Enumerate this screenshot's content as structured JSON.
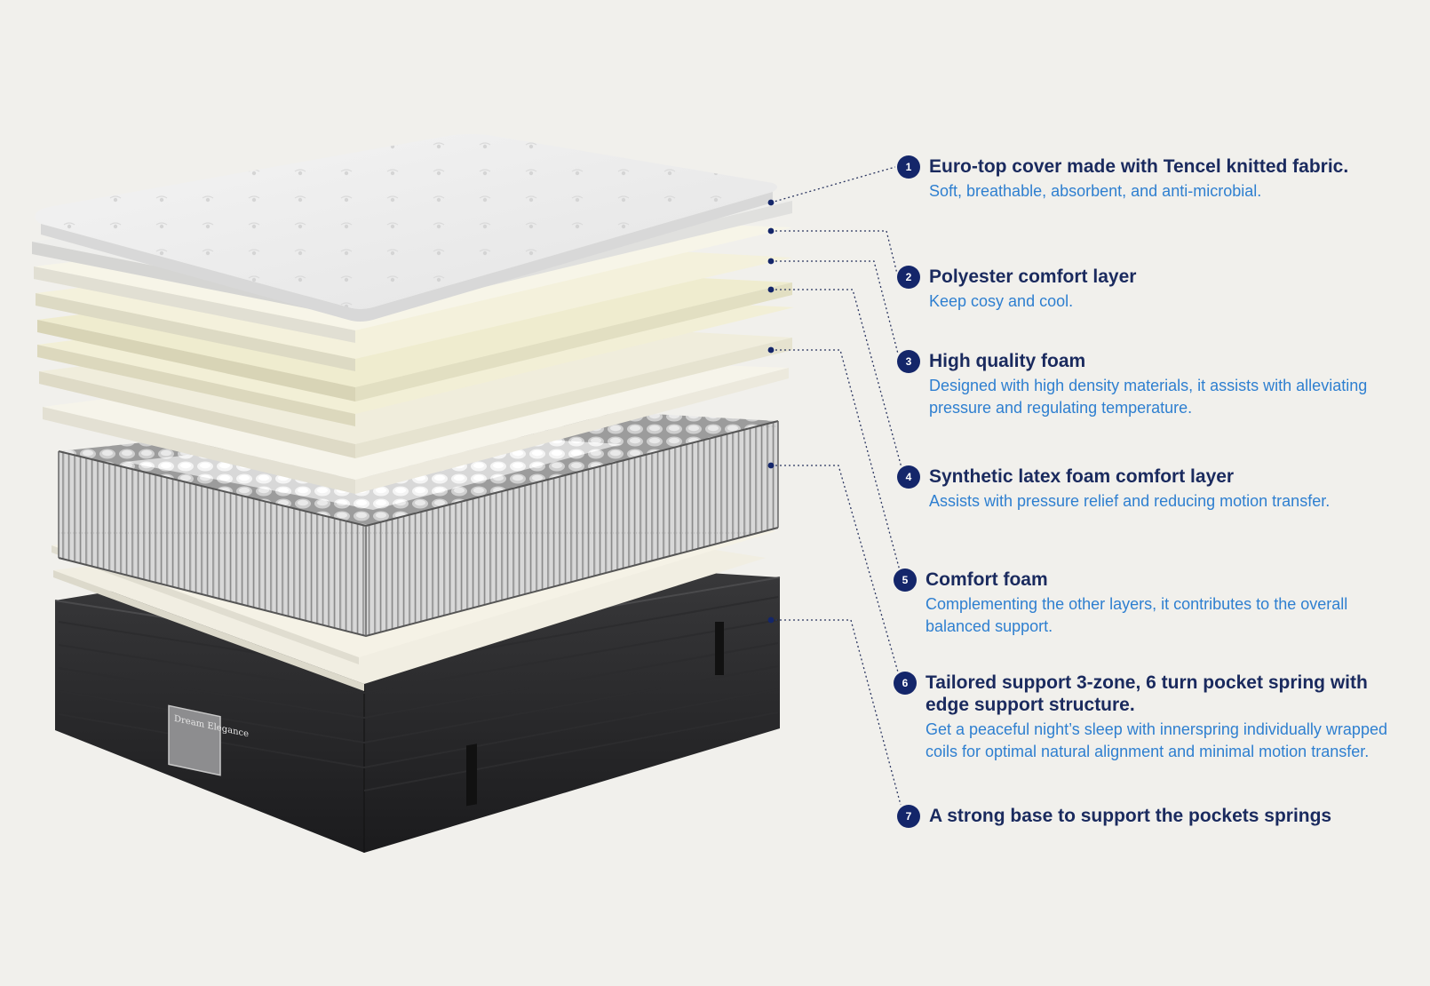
{
  "brand": {
    "logo_text": "Dream Elegance"
  },
  "colors": {
    "background": "#f1f0ec",
    "badge": "#14266a",
    "title": "#1a2a5e",
    "description": "#2e7fd0",
    "leader_line": "#2a3560"
  },
  "callouts": [
    {
      "number": "1",
      "title": "Euro-top cover made with Tencel knitted fabric.",
      "description": "Soft, breathable, absorbent, and anti-microbial."
    },
    {
      "number": "2",
      "title": "Polyester comfort layer",
      "description": "Keep cosy and cool."
    },
    {
      "number": "3",
      "title": "High quality foam",
      "description": "Designed with high density materials, it assists with alleviating pressure and regulating temperature."
    },
    {
      "number": "4",
      "title": "Synthetic latex foam comfort layer",
      "description": "Assists with pressure relief and reducing motion transfer."
    },
    {
      "number": "5",
      "title": "Comfort foam",
      "description": "Complementing the other layers, it contributes to the overall balanced support."
    },
    {
      "number": "6",
      "title": "Tailored support 3-zone, 6 turn pocket spring with edge support structure.",
      "description": "Get a peaceful night’s sleep with innerspring individually wrapped coils for optimal natural alignment and minimal motion transfer."
    },
    {
      "number": "7",
      "title": "A strong base to support the pockets springs",
      "description": ""
    }
  ]
}
